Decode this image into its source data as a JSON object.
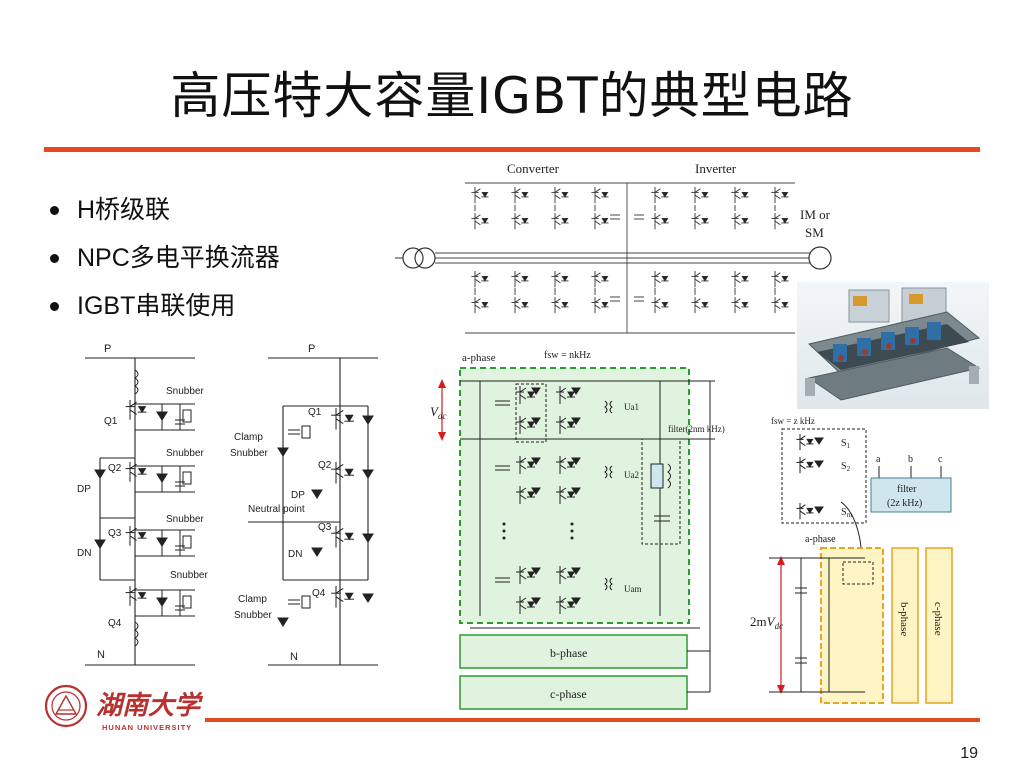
{
  "slide": {
    "title": "高压特大容量IGBT的典型电路",
    "page_number": "19",
    "bullets": [
      "H桥级联",
      "NPC多电平换流器",
      "IGBT串联使用"
    ]
  },
  "diagram_top": {
    "converter_label": "Converter",
    "inverter_label": "Inverter",
    "motor_label_line1": "IM or",
    "motor_label_line2": "SM"
  },
  "diagram_left": {
    "p_label": "P",
    "n_label": "N",
    "snubber_labels": [
      "Snubber",
      "Snubber",
      "Snubber",
      "Snubber"
    ],
    "switch_labels": [
      "Q1",
      "Q2",
      "Q3",
      "Q4"
    ],
    "dp_label": "DP",
    "dn_label": "DN"
  },
  "diagram_npc": {
    "p_label": "P",
    "n_label": "N",
    "switch_labels": [
      "Q1",
      "Q2",
      "Q3",
      "Q4"
    ],
    "clamp_snubber_top_1": "Clamp",
    "clamp_snubber_top_2": "Snubber",
    "clamp_snubber_bottom_1": "Clamp",
    "clamp_snubber_bottom_2": "Snubber",
    "dp_label": "DP",
    "dn_label": "DN",
    "neutral_label": "Neutral point"
  },
  "diagram_mmc": {
    "a_phase": "a-phase",
    "fsw": "fsw = nkHz",
    "vdc_symbol": "V",
    "vdc_sub": "dc",
    "ua1": "Ua1",
    "ua2": "Ua2",
    "uam": "Uam",
    "filter": "filter(2nm kHz)",
    "b_phase": "b-phase",
    "c_phase": "c-phase"
  },
  "diagram_series": {
    "fsw": "fsw = z kHz",
    "s1": "S",
    "s1_sub": "1",
    "s2": "S",
    "s2_sub": "2",
    "sm": "S",
    "sm_sub": "m",
    "a": "a",
    "b": "b",
    "c": "c",
    "filter_line1": "filter",
    "filter_line2": "(2z kHz)",
    "a_phase": "a-phase",
    "b_phase": "b-phase",
    "c_phase": "c-phase",
    "vdc_prefix": "2m",
    "vdc_symbol": "V",
    "vdc_sub": "dc"
  },
  "logo": {
    "chinese_name": "湖南大学",
    "english_name": "HUNAN UNIVERSITY"
  },
  "colors": {
    "accent_rule": "#e4491f",
    "mmc_fill": "#dff3df",
    "mmc_border": "#2f9a2f",
    "series_fill": "#fff4c4",
    "series_border": "#e8a321",
    "filter_fill": "#cfe6ee",
    "logo_red": "#b8312f",
    "vdc_arrow": "#d81b1b"
  }
}
